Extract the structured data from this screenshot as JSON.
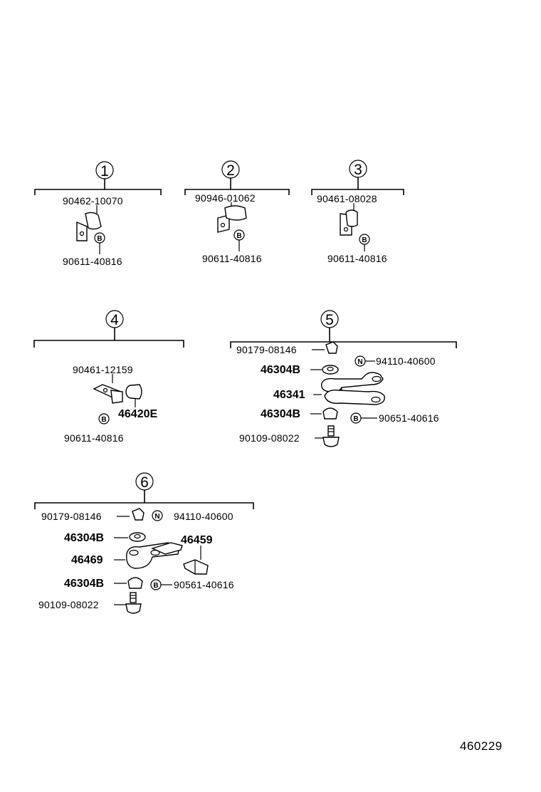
{
  "groups": [
    {
      "num": "1",
      "top_part": "90462-10070",
      "bottom_part": "90611-40816",
      "badge": "B"
    },
    {
      "num": "2",
      "top_part": "90946-01062",
      "bottom_part": "90611-40816",
      "badge": "B"
    },
    {
      "num": "3",
      "top_part": "90461-08028",
      "bottom_part": "90611-40816",
      "badge": "B"
    },
    {
      "num": "4",
      "top_part": "90461-12159",
      "side_part": "46420E",
      "bottom_part": "90611-40816",
      "badge": "B"
    },
    {
      "num": "5",
      "nut": "90179-08146",
      "washer_n_part": "94110-40600",
      "n_badge": "N",
      "bush_top": "46304B",
      "lever": "46341",
      "bush_bottom": "46304B",
      "washer_b_part": "90651-40616",
      "b_badge": "B",
      "bolt": "90109-08022"
    },
    {
      "num": "6",
      "nut": "90179-08146",
      "washer_n_part": "94110-40600",
      "n_badge": "N",
      "bush_top": "46304B",
      "lever": "46469",
      "clip": "46459",
      "bush_bottom": "46304B",
      "washer_b_part": "90561-40616",
      "b_badge": "B",
      "bolt": "90109-08022"
    }
  ],
  "ref_code": "460229"
}
